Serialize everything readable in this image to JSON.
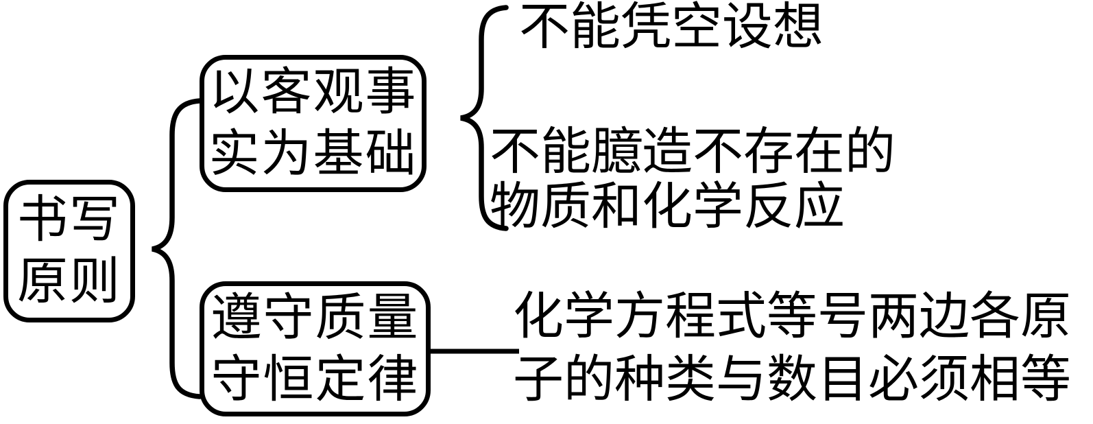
{
  "tree": {
    "root": {
      "lines": [
        "书写",
        "原则"
      ]
    },
    "branch_objective": {
      "node_lines": [
        "以客观事",
        "实为基础"
      ],
      "leaf_no_fancy_lines": [
        "不能凭空设想"
      ],
      "leaf_no_fabricate_lines": [
        "不能臆造不存在的",
        "物质和化学反应"
      ]
    },
    "branch_mass_conservation": {
      "node_lines": [
        "遵守质量",
        "守恒定律"
      ],
      "leaf_atoms_equal_lines": [
        "化学方程式等号两边各原",
        "子的种类与数目必须相等"
      ]
    },
    "colors": {
      "ink": "#000000",
      "background": "#ffffff"
    }
  }
}
